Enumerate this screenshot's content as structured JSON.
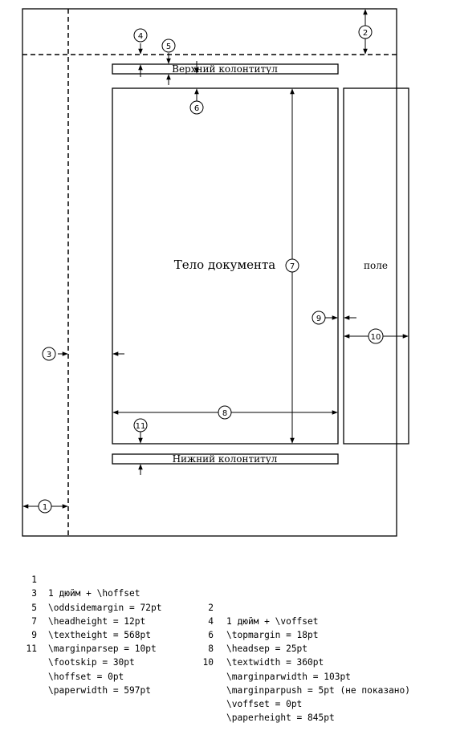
{
  "diagram": {
    "labels": {
      "header": "Верхний колонтитул",
      "body": "Тело документа",
      "margin": "поле",
      "footer": "Нижний колонтитул"
    },
    "markers": [
      "1",
      "2",
      "3",
      "4",
      "5",
      "6",
      "7",
      "8",
      "9",
      "10",
      "11"
    ]
  },
  "legend": [
    {
      "n1": "1",
      "t1": "1 дюйм + \\hoffset",
      "n2": "2",
      "t2": "1 дюйм + \\voffset"
    },
    {
      "n1": "3",
      "t1": "\\oddsidemargin = 72pt",
      "n2": "4",
      "t2": "\\topmargin = 18pt"
    },
    {
      "n1": "5",
      "t1": "\\headheight = 12pt",
      "n2": "6",
      "t2": "\\headsep = 25pt"
    },
    {
      "n1": "7",
      "t1": "\\textheight = 568pt",
      "n2": "8",
      "t2": "\\textwidth = 360pt"
    },
    {
      "n1": "9",
      "t1": "\\marginparsep = 10pt",
      "n2": "10",
      "t2": "\\marginparwidth = 103pt"
    },
    {
      "n1": "11",
      "t1": "\\footskip = 30pt",
      "n2": "",
      "t2": "\\marginparpush = 5pt (не показано)"
    },
    {
      "n1": "",
      "t1": "\\hoffset = 0pt",
      "n2": "",
      "t2": "\\voffset = 0pt"
    },
    {
      "n1": "",
      "t1": "\\paperwidth = 597pt",
      "n2": "",
      "t2": "\\paperheight = 845pt"
    }
  ]
}
